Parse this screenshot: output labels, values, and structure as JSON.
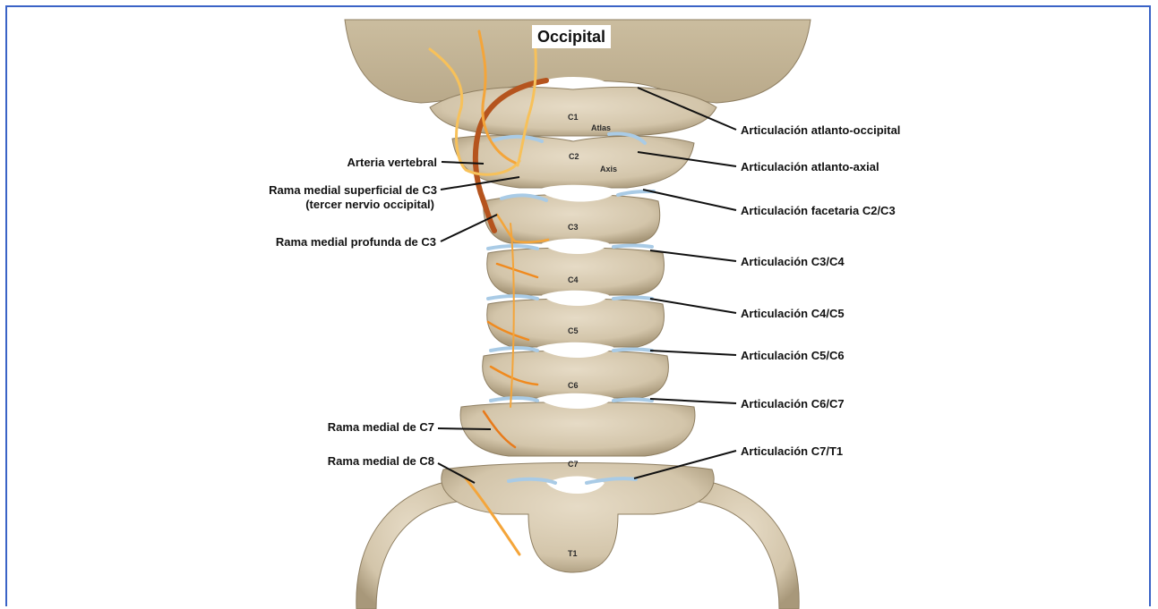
{
  "title": "Occipital",
  "left_labels": {
    "arteria_vertebral": "Arteria vertebral",
    "rama_superficial_c3_line1": "Rama medial superficial de C3",
    "rama_superficial_c3_line2": "(tercer nervio occipital)",
    "rama_profunda_c3": "Rama medial profunda de C3",
    "rama_c7": "Rama medial de C7",
    "rama_c8": "Rama medial de C8"
  },
  "right_labels": {
    "atlanto_occipital": "Articulación atlanto-occipital",
    "atlanto_axial": "Articulación atlanto-axial",
    "facetaria_c2_c3": "Articulación facetaria C2/C3",
    "c3_c4": "Articulación C3/C4",
    "c4_c5": "Articulación C4/C5",
    "c5_c6": "Articulación C5/C6",
    "c6_c7": "Articulación C6/C7",
    "c7_t1": "Articulación C7/T1"
  },
  "vertebra_labels": {
    "c1": "C1",
    "atlas": "Atlas",
    "c2": "C2",
    "axis": "Axis",
    "c3": "C3",
    "c4": "C4",
    "c5": "C5",
    "c6": "C6",
    "c7": "C7",
    "t1": "T1"
  },
  "colors": {
    "frame": "#3a63c6",
    "bone": "#d9ccb4",
    "bone_shade": "#b3a386",
    "cartilage": "#a9cbe6",
    "artery": "#b5541e",
    "nerve": "#f4a53a"
  }
}
